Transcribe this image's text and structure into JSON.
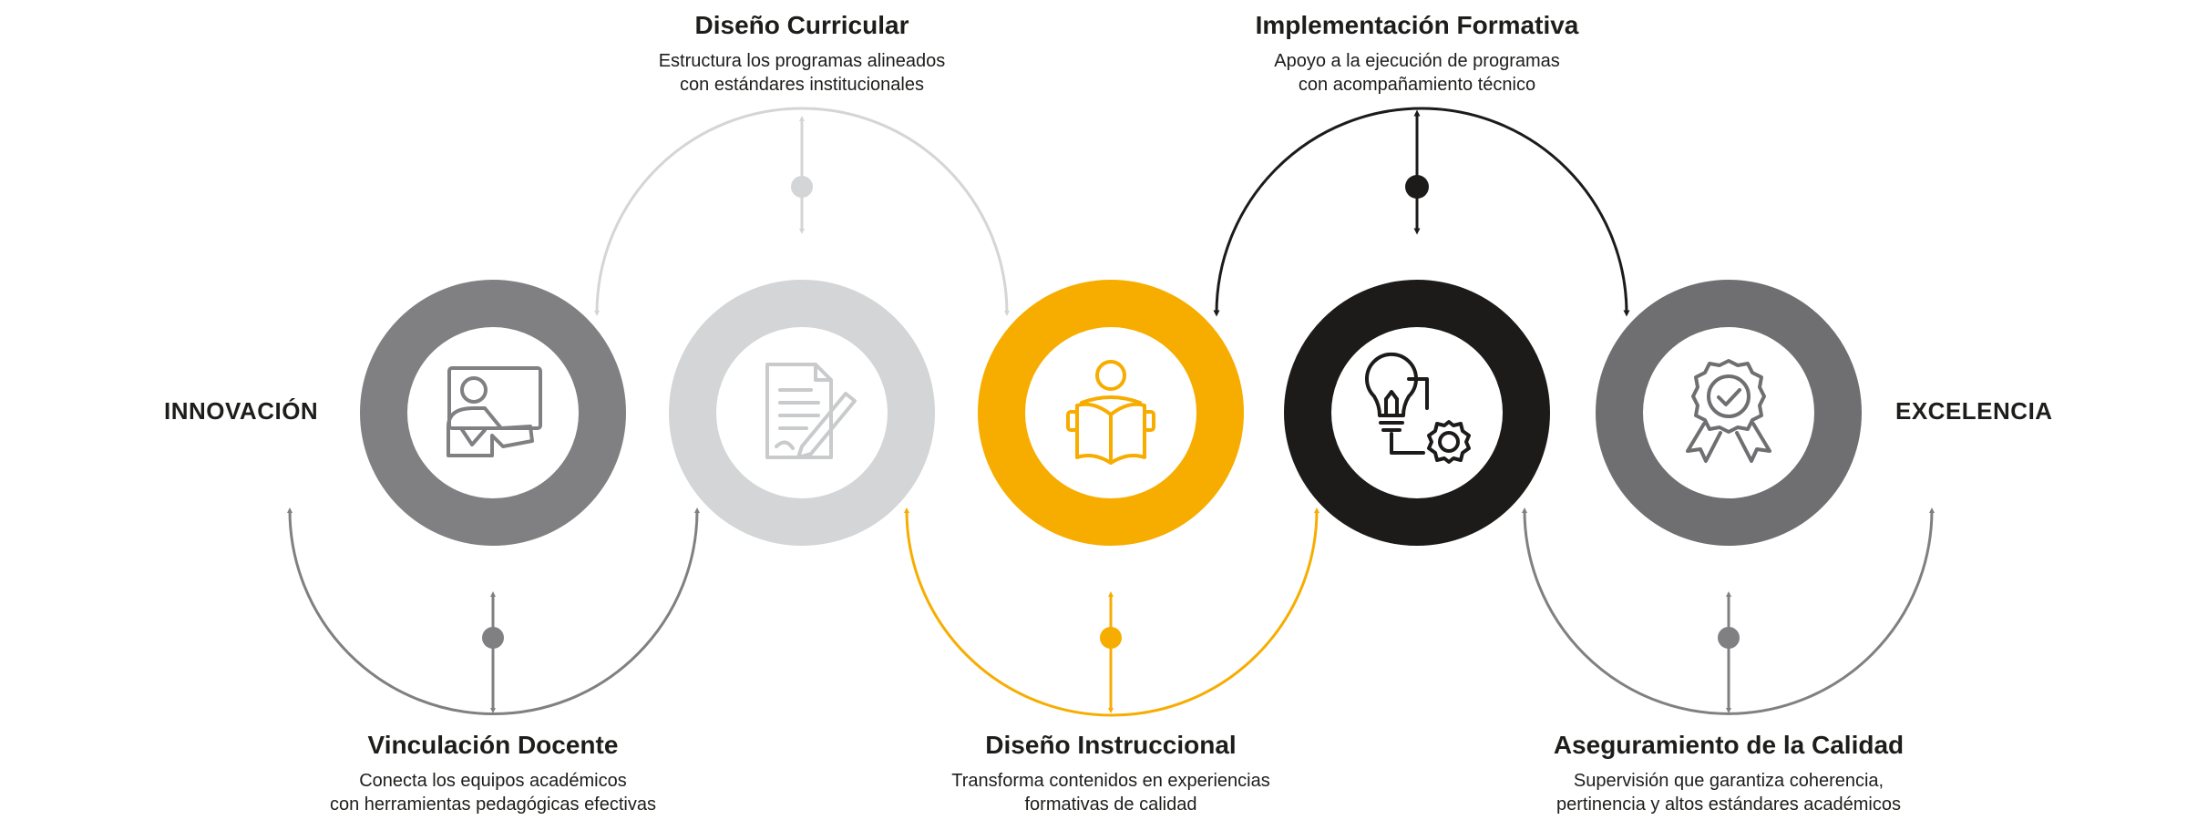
{
  "side_labels": {
    "left": "INNOVACIÓN",
    "right": "EXCELENCIA"
  },
  "stages": [
    {
      "title": "Diseño Curricular",
      "desc_line1": "Estructura los programas alineados",
      "desc_line2": "con estándares institucionales",
      "color": "#d3d5d6",
      "icon": "document-edit-icon"
    },
    {
      "title": "Implementación Formativa",
      "desc_line1": "Apoyo a la ejecución de programas",
      "desc_line2": "con acompañamiento técnico",
      "color": "#1d1a1a",
      "icon": "lightbulb-gear-icon"
    },
    {
      "title": "Vinculación Docente",
      "desc_line1": "Conecta los equipos académicos",
      "desc_line2": "con herramientas pedagógicas efectivas",
      "color": "#808083",
      "icon": "teacher-board-icon"
    },
    {
      "title": "Diseño Instruccional",
      "desc_line1": "Transforma contenidos en experiencias",
      "desc_line2": "formativas de calidad",
      "color": "#f7ad00",
      "icon": "person-reading-icon"
    },
    {
      "title": "Aseguramiento de la Calidad",
      "desc_line1": "Supervisión que garantiza coherencia,",
      "desc_line2": "pertinencia y altos estándares académicos",
      "color": "#6f6f72",
      "icon": "quality-badge-icon"
    }
  ]
}
